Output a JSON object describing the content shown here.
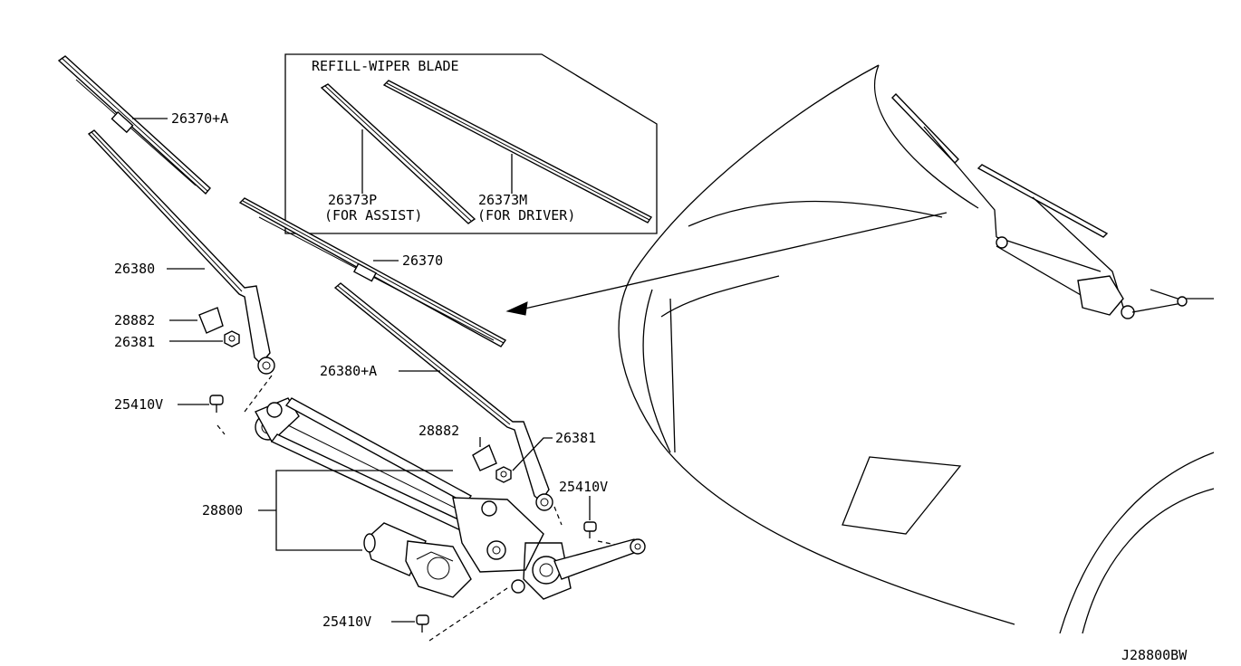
{
  "diagram": {
    "inset_title": "REFILL-WIPER BLADE",
    "inset_parts": [
      {
        "number": "26373P",
        "note": "(FOR ASSIST)"
      },
      {
        "number": "26373M",
        "note": "(FOR DRIVER)"
      }
    ],
    "labels": {
      "blade_assist": "26370+A",
      "blade_driver": "26370",
      "arm_left": "26380",
      "arm_right": "26380+A",
      "cap_left": "28882",
      "cap_right": "28882",
      "nut_left": "26381",
      "nut_right": "26381",
      "bolt_top": "25410V",
      "bolt_mid": "25410V",
      "bolt_bottom": "25410V",
      "linkage": "28800"
    },
    "drawing_code": "J28800BW"
  }
}
